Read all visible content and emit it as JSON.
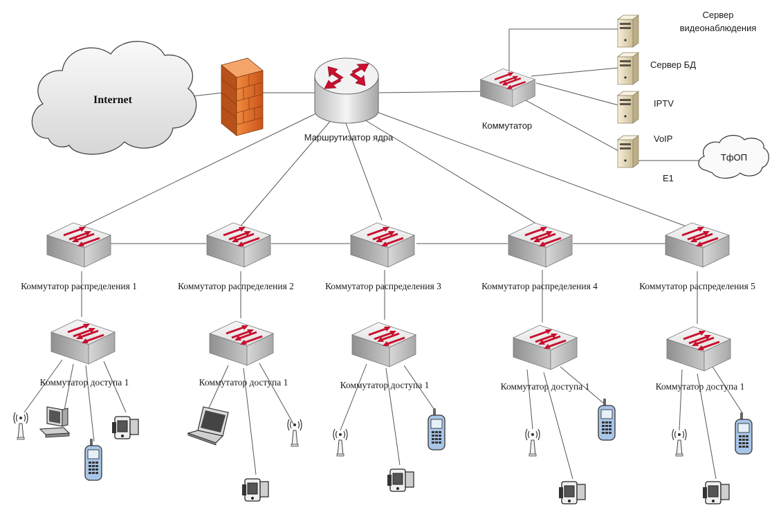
{
  "labels": {
    "internet": "Internet",
    "core_router": "Маршрутизатор ядра",
    "server_switch": "Коммутатор",
    "video_server_line1": "Сервер",
    "video_server_line2": "видеонаблюдения",
    "db_server": "Сервер БД",
    "iptv": "IPTV",
    "voip": "VoIP",
    "pstn": "ТфОП",
    "e1": "E1"
  },
  "distribution": [
    "Коммутатор распределения 1",
    "Коммутатор распределения 2",
    "Коммутатор распределения 3",
    "Коммутатор распределения 4",
    "Коммутатор распределения 5"
  ],
  "access": [
    "Коммутатор доступа 1",
    "Коммутатор доступа 1",
    "Коммутатор доступа 1",
    "Коммутатор доступа 1",
    "Коммутатор доступа 1"
  ],
  "icons": {
    "cloud": "cloud-icon",
    "firewall": "firewall-icon",
    "router": "router-icon",
    "switch": "switch-icon",
    "server": "server-icon",
    "wifi": "wifi-access-point-icon",
    "pc": "desktop-pc-icon",
    "laptop": "laptop-icon",
    "phone": "mobile-phone-icon",
    "camera": "video-camera-icon"
  },
  "colors": {
    "arrow_red": "#c8102e",
    "switch_top": "#eeeeee",
    "switch_side": "#b9b9b9",
    "firewall_orange": "#e8702a",
    "server_beige": "#efe6cc",
    "phone_blue": "#a9c6e8"
  }
}
